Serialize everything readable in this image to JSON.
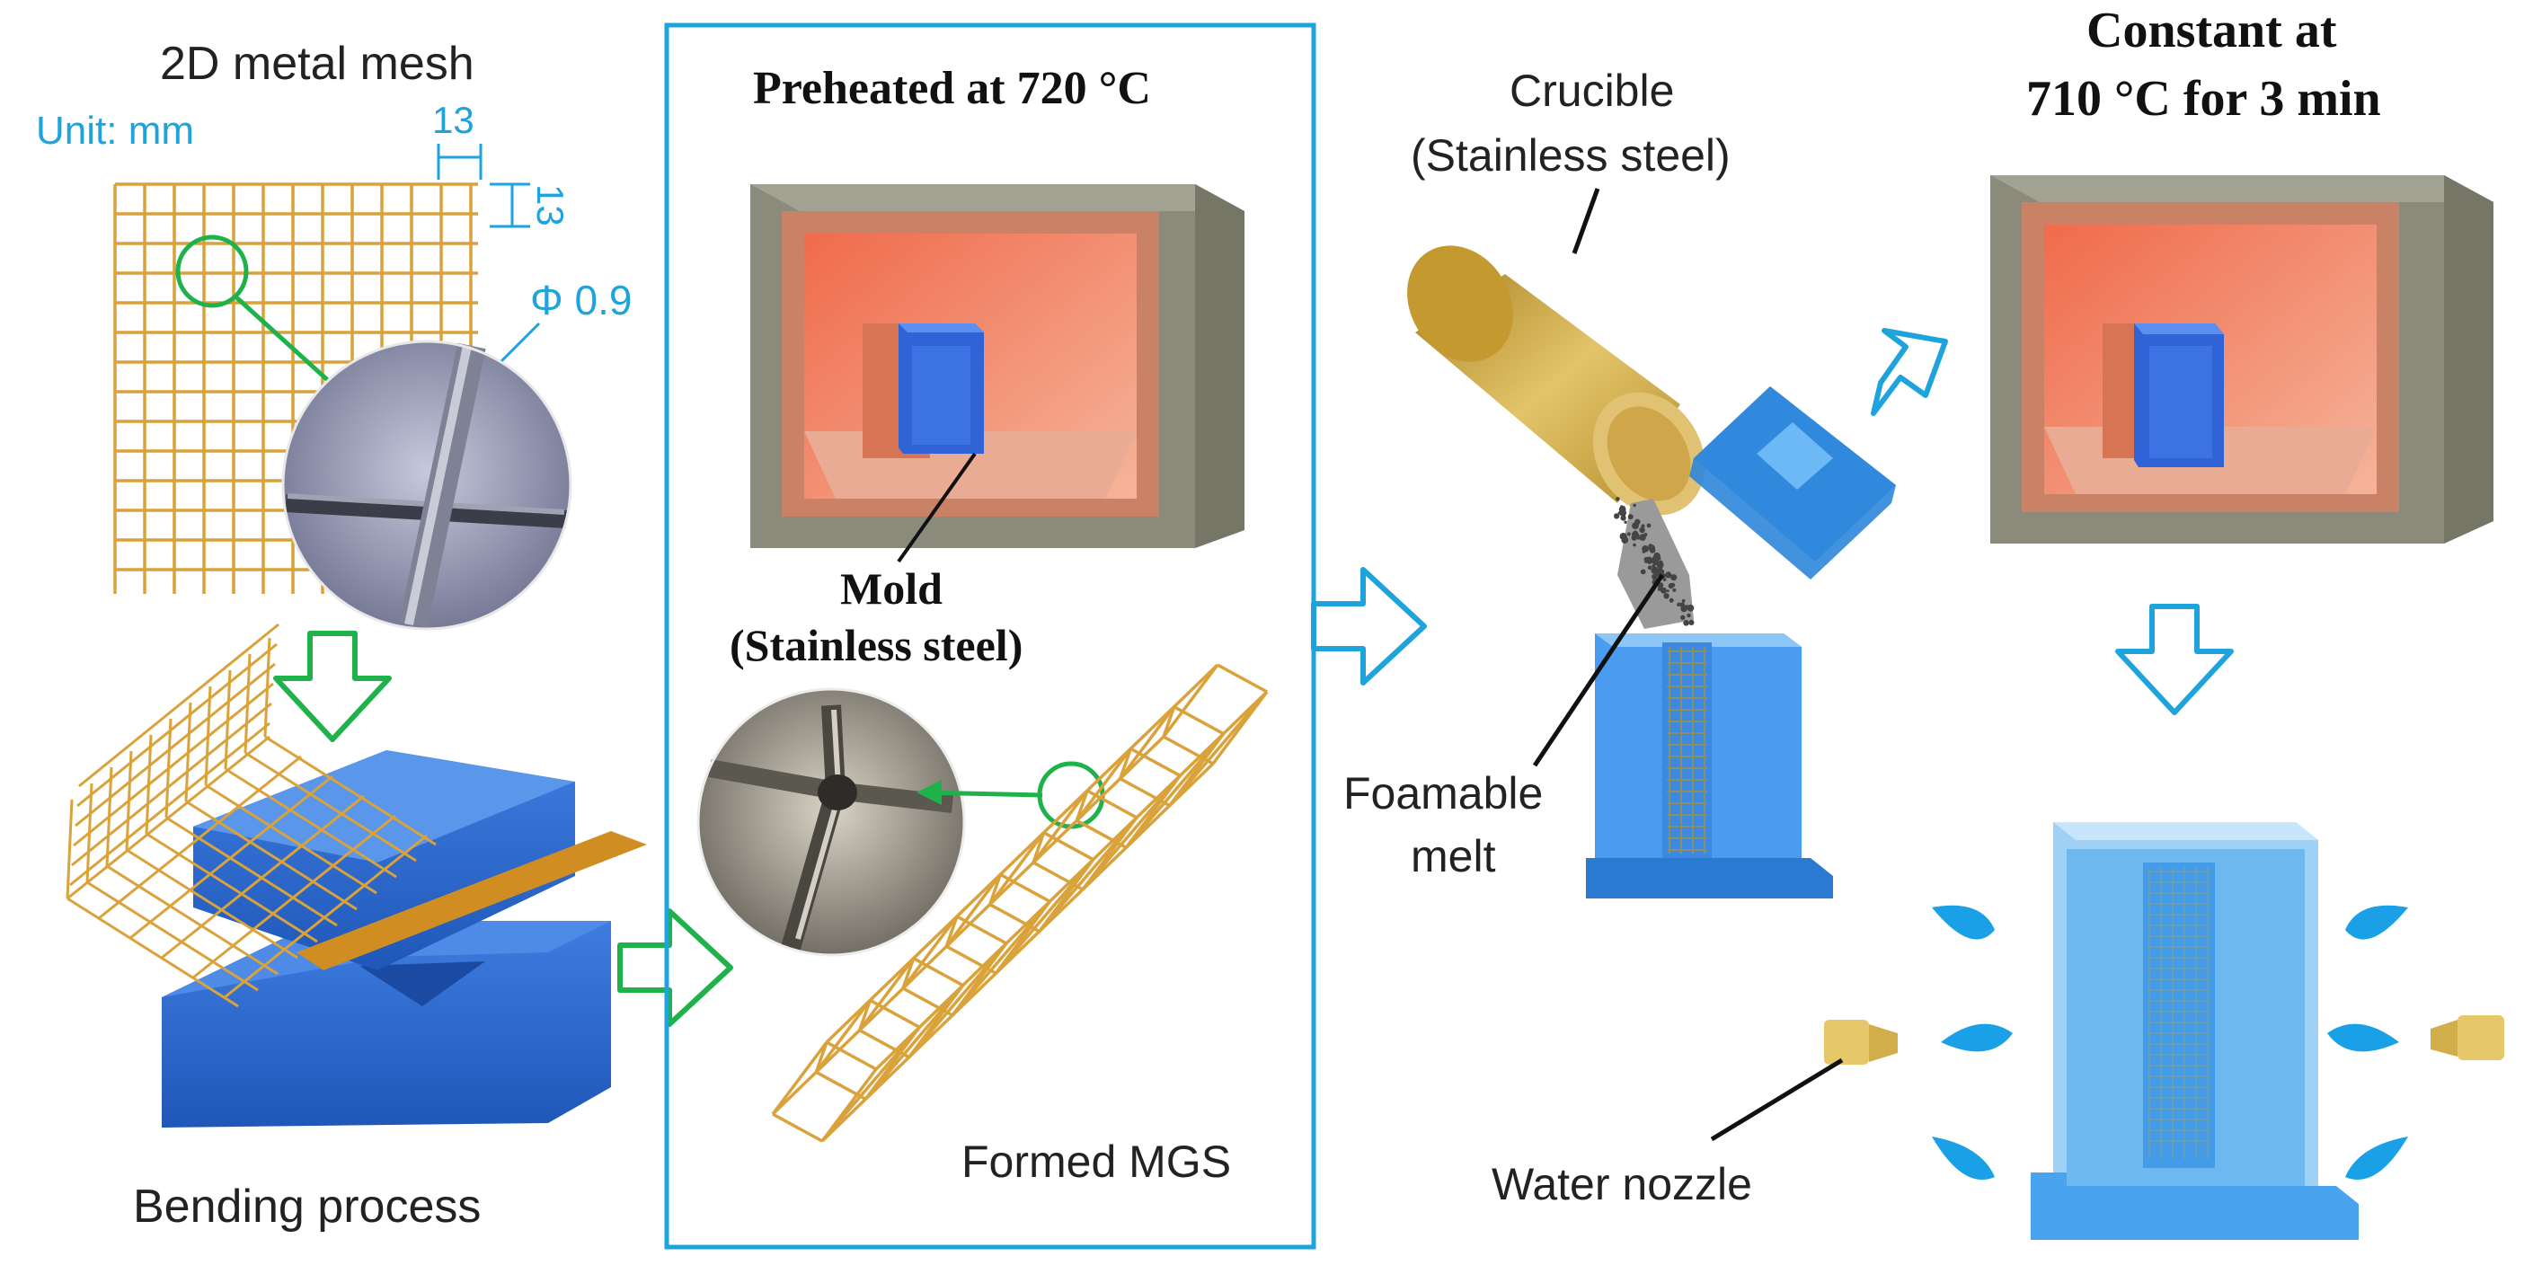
{
  "labels": {
    "mesh_title": "2D metal mesh",
    "unit": "Unit: mm",
    "pitch_h": "13",
    "pitch_v": "13",
    "diameter": "Φ 0.9",
    "bending": "Bending process",
    "preheat": "Preheated at 720 °C",
    "mold_line1": "Mold",
    "mold_line2": "(Stainless steel)",
    "formed": "Formed MGS",
    "crucible_line1": "Crucible",
    "crucible_line2": "(Stainless steel)",
    "foam_line1": "Foamable",
    "foam_line2": "melt",
    "constant_line1": "Constant at",
    "constant_line2": "710 °C for 3 min",
    "nozzle": "Water nozzle"
  },
  "colors": {
    "mesh": "#d9a23a",
    "cyan": "#1ea3dc",
    "green": "#1fb14a",
    "blue": "#2f6fd6",
    "furnace": "#8a8a7a",
    "furnace_inner": "#e07050",
    "crucible": "#c9a23c"
  },
  "icons": [
    "arrow-down-icon",
    "arrow-right-icon",
    "arrow-up-right-icon",
    "water-drop-icon"
  ]
}
